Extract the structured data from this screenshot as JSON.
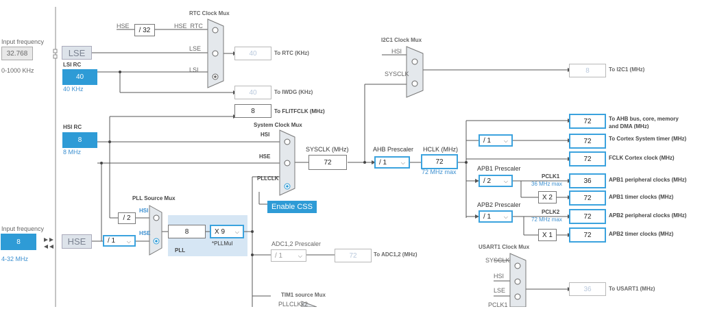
{
  "left": {
    "input_freq_label": "Input frequency",
    "lse_freq": "32.768",
    "lse_range": "0-1000 KHz",
    "lse_label": "LSE",
    "lsi_label": "LSI RC",
    "lsi_value": "40",
    "lsi_freq": "40 KHz",
    "hsi_label": "HSI RC",
    "hsi_value": "8",
    "hsi_freq": "8 MHz",
    "hse_input_label": "Input frequency",
    "hse_input_value": "8",
    "hse_range": "4-32 MHz",
    "hse_label": "HSE"
  },
  "rtc": {
    "title": "RTC Clock Mux",
    "hse_in": "HSE",
    "div": "/ 32",
    "hse_rtc": "HSE_RTC",
    "lse": "LSE",
    "lsi": "LSI",
    "rtc_value": "40",
    "rtc_label": "To RTC (KHz)",
    "iwdg_value": "40",
    "iwdg_label": "To IWDG (KHz)",
    "flit_value": "8",
    "flit_label": "To FLITFCLK (MHz)"
  },
  "sysmux": {
    "title": "System Clock Mux",
    "hsi": "HSI",
    "hse": "HSE",
    "pllclk": "PLLCLK",
    "sysclk_label": "SYSCLK (MHz)",
    "sysclk_value": "72",
    "enable_css": "Enable CSS"
  },
  "ahb": {
    "prescaler_label": "AHB Prescaler",
    "prescaler_value": "/ 1",
    "hclk_label": "HCLK (MHz)",
    "hclk_value": "72",
    "hclk_max": "72 MHz max"
  },
  "i2c": {
    "title": "I2C1 Clock Mux",
    "hsi": "HSI",
    "sysclk": "SYSCLK",
    "value": "8",
    "label": "To I2C1 (MHz)"
  },
  "outputs": {
    "ahb_value": "72",
    "ahb_label": "To AHB bus, core, memory and DMA (MHz)",
    "cortex_div": "/ 1",
    "cortex_value": "72",
    "cortex_label": "To Cortex System timer (MHz)",
    "fclk_value": "72",
    "fclk_label": "FCLK Cortex clock (MHz)",
    "apb1_prescaler_label": "APB1 Prescaler",
    "apb1_prescaler": "/ 2",
    "pclk1": "PCLK1",
    "pclk1_max": "36 MHz max",
    "apb1_periph_value": "36",
    "apb1_periph_label": "APB1 peripheral clocks (MHz)",
    "apb1_timer_mult": "X 2",
    "apb1_timer_value": "72",
    "apb1_timer_label": "APB1 timer clocks (MHz)",
    "apb2_prescaler_label": "APB2 Prescaler",
    "apb2_prescaler": "/ 1",
    "pclk2": "PCLK2",
    "pclk2_max": "72 MHz max",
    "apb2_periph_value": "72",
    "apb2_periph_label": "APB2 peripheral clocks (MHz)",
    "apb2_timer_mult": "X 1",
    "apb2_timer_value": "72",
    "apb2_timer_label": "APB2 timer clocks (MHz)"
  },
  "pll": {
    "source_title": "PLL Source Mux",
    "hsi_div": "/ 2",
    "hsi": "HSI",
    "hse": "HSE",
    "hse_div": "/ 1",
    "value": "8",
    "mul": "X 9",
    "mul_label": "*PLLMul",
    "label": "PLL"
  },
  "adc": {
    "prescaler_label": "ADC1,2 Prescaler",
    "prescaler": "/ 1",
    "value": "72",
    "label": "To ADC1,2 (MHz)"
  },
  "usart": {
    "title": "USART1 Clock Mux",
    "sysclk": "SYSCLK",
    "hsi": "HSI",
    "lse": "LSE",
    "pclk1": "PCLK1",
    "value": "36",
    "label": "To USART1 (MHz)"
  },
  "tim1": {
    "title": "TIM1 source Mux",
    "pllclk": "PLLCLKx2"
  },
  "colors": {
    "accent": "#2e9bd6",
    "highlight_border": "#3aa2de",
    "pll_bg": "#d6e6f4",
    "mux_bg": "#e4e8ec"
  }
}
